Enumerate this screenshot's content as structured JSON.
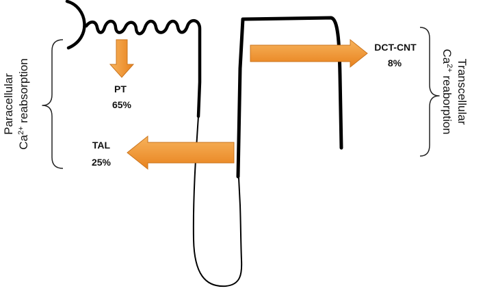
{
  "colors": {
    "nephron_stroke": "#000000",
    "arrow_fill_light": "#f7b35c",
    "arrow_fill_dark": "#e8821e",
    "arrow_edge": "#c9741e",
    "text": "#111111"
  },
  "segments": {
    "pt": {
      "name": "PT",
      "percent": "65%"
    },
    "tal": {
      "name": "TAL",
      "percent": "25%"
    },
    "dct_cnt": {
      "name": "DCT-CNT",
      "percent": "8%"
    }
  },
  "side_labels": {
    "paracellular": {
      "line1": "Paracellular",
      "line2_base": "Ca",
      "line2_sup": "2+",
      "line2_rest": " reabsorption"
    },
    "transcellular": {
      "line1": "Transcellular",
      "line2_base": "Ca",
      "line2_sup": "2+",
      "line2_rest": " reaborption"
    }
  }
}
